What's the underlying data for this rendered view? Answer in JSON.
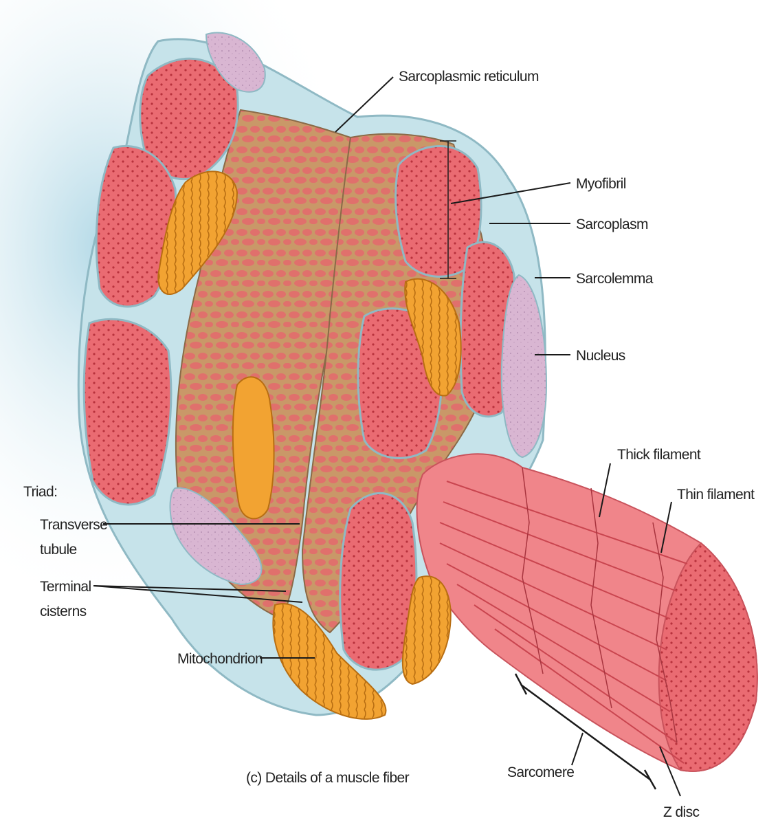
{
  "labels": {
    "sarcoplasmic_reticulum": "Sarcoplasmic reticulum",
    "myofibril": "Myofibril",
    "sarcoplasm": "Sarcoplasm",
    "sarcolemma": "Sarcolemma",
    "nucleus": "Nucleus",
    "thick_filament": "Thick filament",
    "thin_filament": "Thin filament",
    "triad": "Triad:",
    "transverse_1": "Transverse",
    "transverse_2": "tubule",
    "terminal_1": "Terminal",
    "terminal_2": "cisterns",
    "mitochondrion": "Mitochondrion",
    "sarcomere": "Sarcomere",
    "z_disc": "Z disc",
    "caption": "(c) Details of a muscle fiber"
  },
  "colors": {
    "myofibril": "#e8646a",
    "myofibril_dot": "#b8323d",
    "reticulum": "#c89a6a",
    "sarcoplasm": "#bfe0e6",
    "mitochondrion": "#f0a030",
    "nucleus": "#d8b4d0"
  }
}
